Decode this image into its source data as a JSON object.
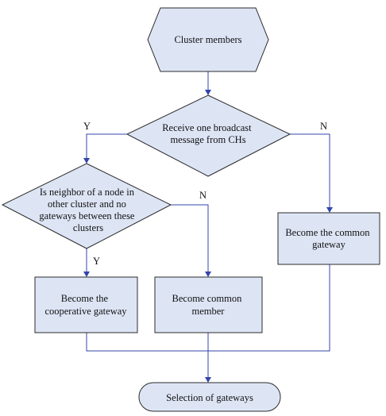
{
  "nodes": {
    "start": {
      "lines": [
        "Cluster members"
      ]
    },
    "decision1": {
      "lines": [
        "Receive one broadcast",
        "message from CHs"
      ]
    },
    "decision2": {
      "lines": [
        "Is neighbor of a node in",
        "other cluster and no",
        "gateways between these",
        "clusters"
      ]
    },
    "common_gateway": {
      "lines": [
        "Become the common",
        "gateway"
      ]
    },
    "cooperative_gateway": {
      "lines": [
        "Become the",
        "cooperative gateway"
      ]
    },
    "common_member": {
      "lines": [
        "Become common",
        "member"
      ]
    },
    "end": {
      "lines": [
        "Selection of gateways"
      ]
    }
  },
  "branches": {
    "d1_yes": "Y",
    "d1_no": "N",
    "d2_yes": "Y",
    "d2_no": "N"
  },
  "colors": {
    "node_fill": "#dde5f5",
    "node_border": "#2b2b2b",
    "connector": "#3344aa"
  }
}
